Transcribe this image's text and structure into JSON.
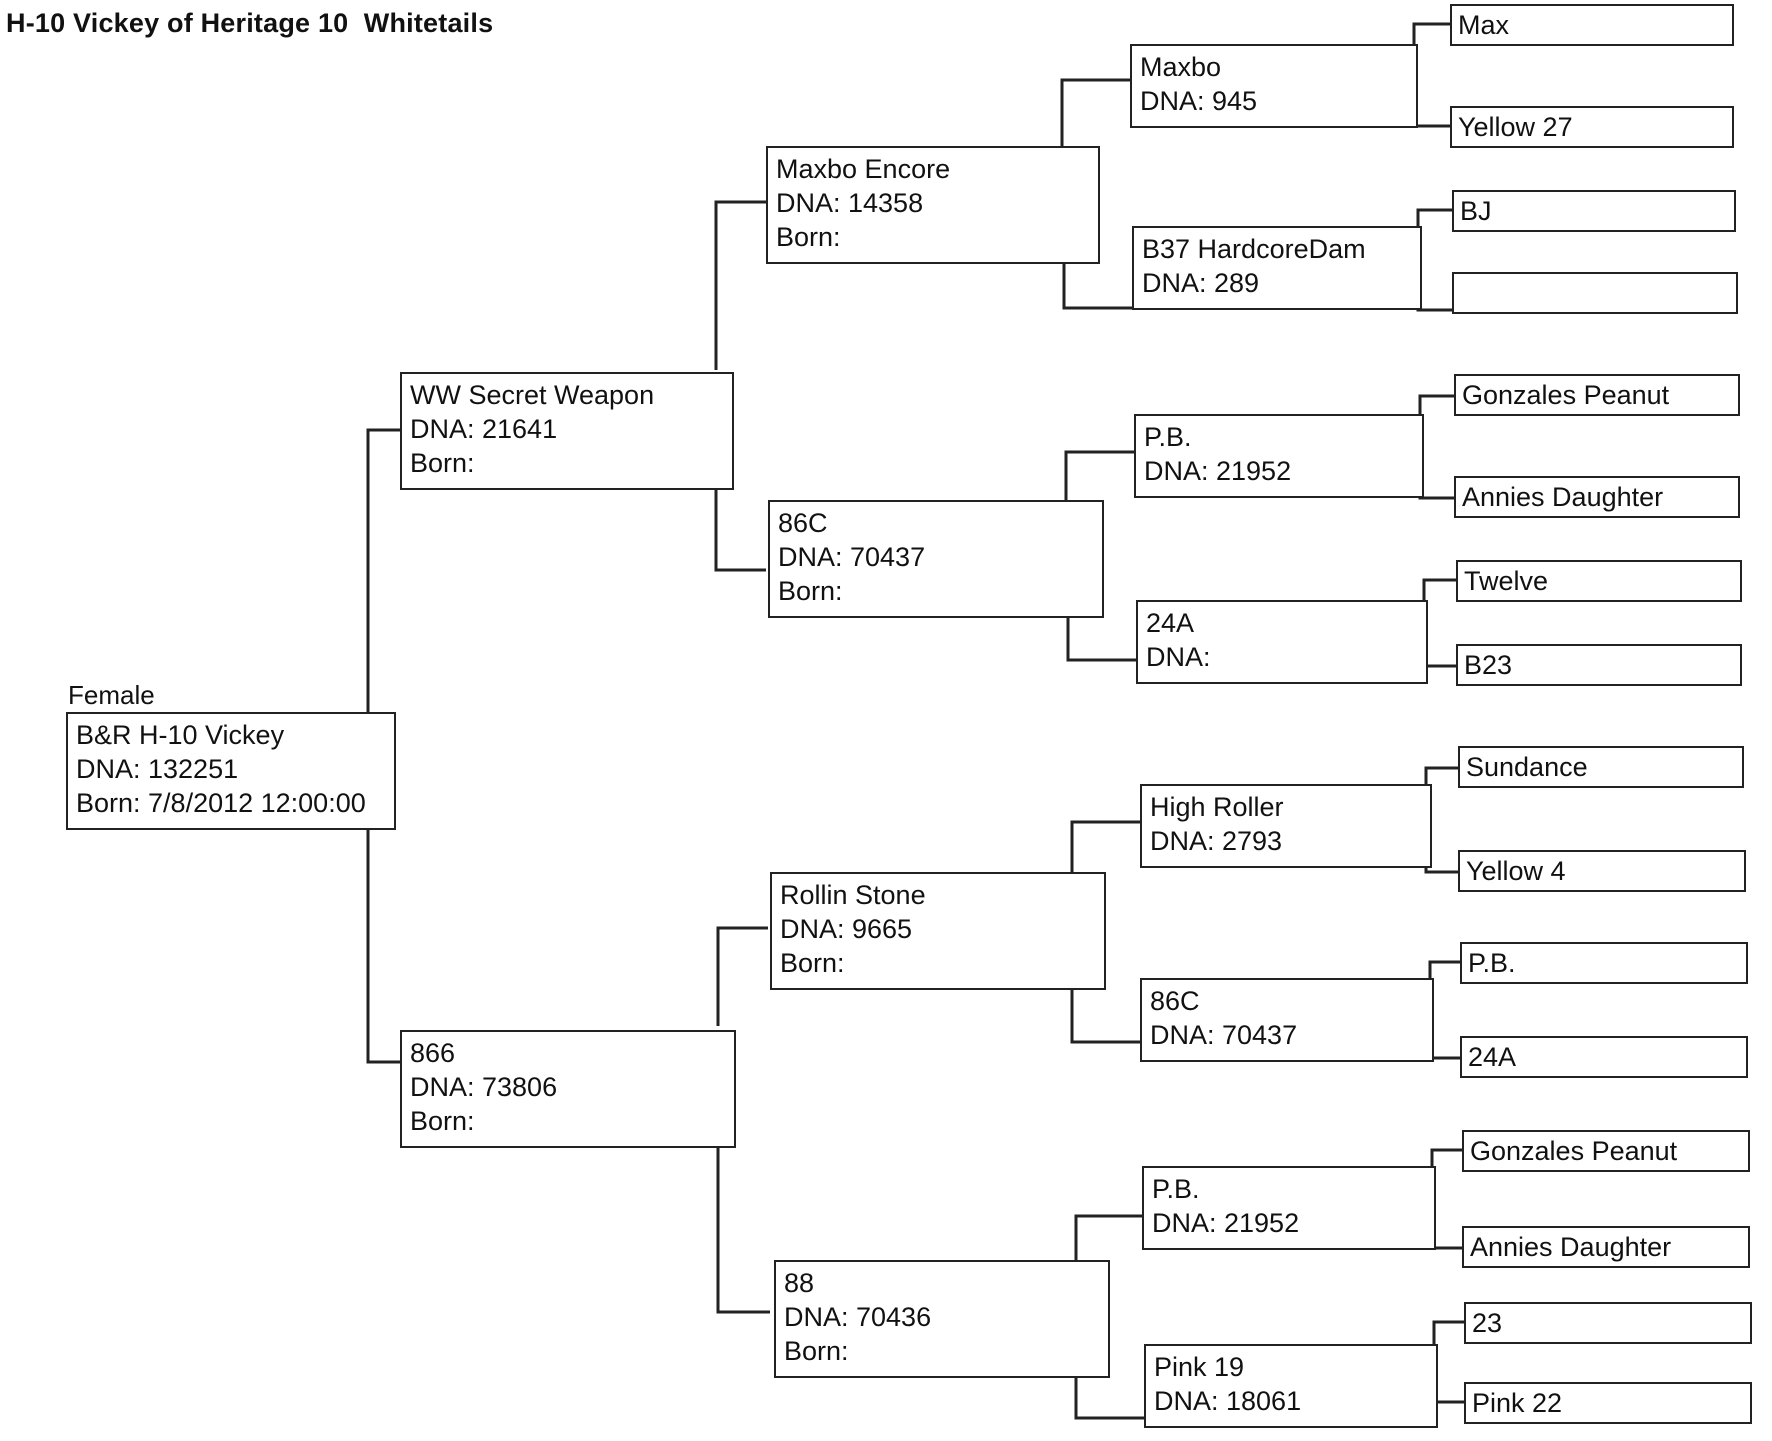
{
  "document": {
    "title": "H-10 Vickey of Heritage 10  Whitetails",
    "sex": "Female"
  },
  "subject": {
    "name": "B&R H-10 Vickey",
    "dna": "DNA: 132251",
    "born": "Born: 7/8/2012 12:00:00"
  },
  "parents": [
    {
      "name": "WW Secret Weapon",
      "dna": "DNA: 21641",
      "born": "Born:"
    },
    {
      "name": "866",
      "dna": "DNA: 73806",
      "born": "Born:"
    }
  ],
  "grandparents": [
    {
      "name": "Maxbo Encore",
      "dna": "DNA: 14358",
      "born": "Born:"
    },
    {
      "name": "86C",
      "dna": "DNA: 70437",
      "born": "Born:"
    },
    {
      "name": "Rollin Stone",
      "dna": "DNA: 9665",
      "born": "Born:"
    },
    {
      "name": "88",
      "dna": "DNA: 70436",
      "born": "Born:"
    }
  ],
  "great_grandparents": [
    {
      "name": "Maxbo",
      "dna": "DNA: 945"
    },
    {
      "name": "B37 HardcoreDam",
      "dna": "DNA: 289"
    },
    {
      "name": "P.B.",
      "dna": "DNA: 21952"
    },
    {
      "name": "24A",
      "dna": "DNA:"
    },
    {
      "name": "High Roller",
      "dna": "DNA: 2793"
    },
    {
      "name": "86C",
      "dna": "DNA: 70437"
    },
    {
      "name": "P.B.",
      "dna": "DNA: 21952"
    },
    {
      "name": "Pink 19",
      "dna": "DNA: 18061"
    }
  ],
  "great_great_grandparents": [
    {
      "name": "Max"
    },
    {
      "name": "Yellow 27"
    },
    {
      "name": "BJ"
    },
    {
      "name": ""
    },
    {
      "name": "Gonzales Peanut"
    },
    {
      "name": "Annies Daughter"
    },
    {
      "name": "Twelve"
    },
    {
      "name": "B23"
    },
    {
      "name": "Sundance"
    },
    {
      "name": "Yellow 4"
    },
    {
      "name": "P.B."
    },
    {
      "name": "24A"
    },
    {
      "name": "Gonzales Peanut"
    },
    {
      "name": "Annies Daughter"
    },
    {
      "name": "23"
    },
    {
      "name": "Pink 22"
    }
  ]
}
